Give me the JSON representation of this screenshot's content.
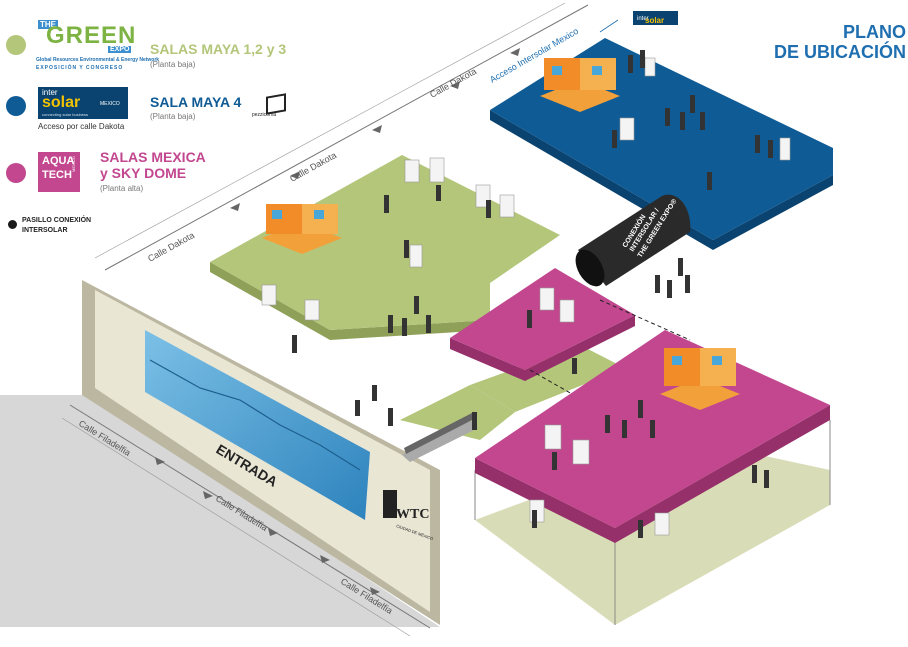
{
  "plan_title": {
    "line1": "PLANO",
    "line2": "DE UBICACIÓN"
  },
  "legend": {
    "green": {
      "title": "SALAS MAYA 1,2 y 3",
      "sub": "(Planta baja)",
      "color": "#b3c67a",
      "logo": {
        "big": "GREEN",
        "the": "THE",
        "expo": "EXPO",
        "line1": "Global Resources Environmental & Energy Network",
        "line2": "EXPOSICIÓN Y CONGRESO"
      }
    },
    "blue": {
      "title": "SALA MAYA 4",
      "sub": "(Planta baja)",
      "color": "#0f5b95",
      "logo": {
        "inter": "inter",
        "solar": "solar",
        "mexico": "MEXICO",
        "tagline": "connecting solar business"
      },
      "access": "Acceso por calle Dakota",
      "partner_logo": "pezzicorna"
    },
    "pink": {
      "title_line1": "SALAS MEXICA",
      "title_line2": "y SKY DOME",
      "sub": "(Planta alta)",
      "color": "#c2478f",
      "logo": {
        "line1": "AQUA",
        "line2": "TECH",
        "side": "MEXICO"
      }
    },
    "pasillo": {
      "line1": "PASILLO CONEXIÓN",
      "line2": "INTERSOLAR",
      "color": "#1a1a1a"
    }
  },
  "streets": {
    "dakota": "Calle Dakota",
    "filadelfia": "Calle Filadelfia"
  },
  "labels": {
    "entrada": "ENTRADA",
    "acceso": "Acceso Intersolar Mexico",
    "tunnel_l1": "CONEXIÓN",
    "tunnel_l2": "INTERSOLAR /",
    "tunnel_l3": "THE GREEN EXPO®",
    "wtc": "WTC",
    "wtc_sub": "CIUDAD DE MÉXICO",
    "banner_inter": "inter",
    "banner_solar": "solar"
  },
  "colors": {
    "green_floor": "#b3c67a",
    "green_side": "#8fa158",
    "blue_floor": "#0f5b95",
    "blue_side": "#0a436f",
    "pink_floor": "#c2478f",
    "pink_side": "#96306b",
    "wall": "#e9e6d4",
    "wall_frame": "#bcb7a0",
    "glass": "#5aa8d6",
    "title_blue": "#1f6fb0"
  }
}
